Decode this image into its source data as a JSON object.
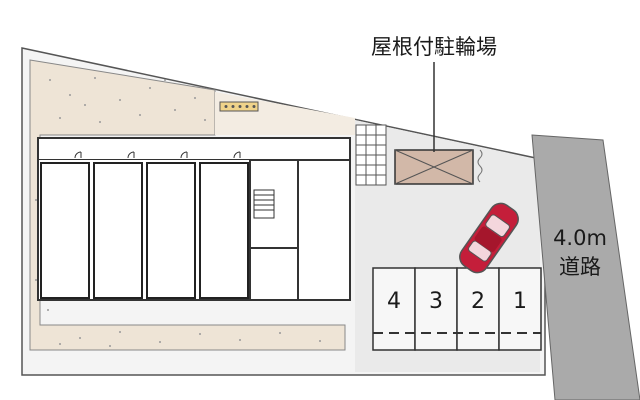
{
  "labels": {
    "roof_parking": "屋根付駐輪場",
    "road_width": "4.0m",
    "road_name": "道路"
  },
  "parking_spaces": [
    "4",
    "3",
    "2",
    "1"
  ],
  "colors": {
    "gravel": "#eee4d6",
    "lot": "#eaeaea",
    "road": "#aaaaaa",
    "building": "#ffffff",
    "bike_roof": "#d2b8a8",
    "car": "#c41e3a",
    "outline": "#333333"
  }
}
